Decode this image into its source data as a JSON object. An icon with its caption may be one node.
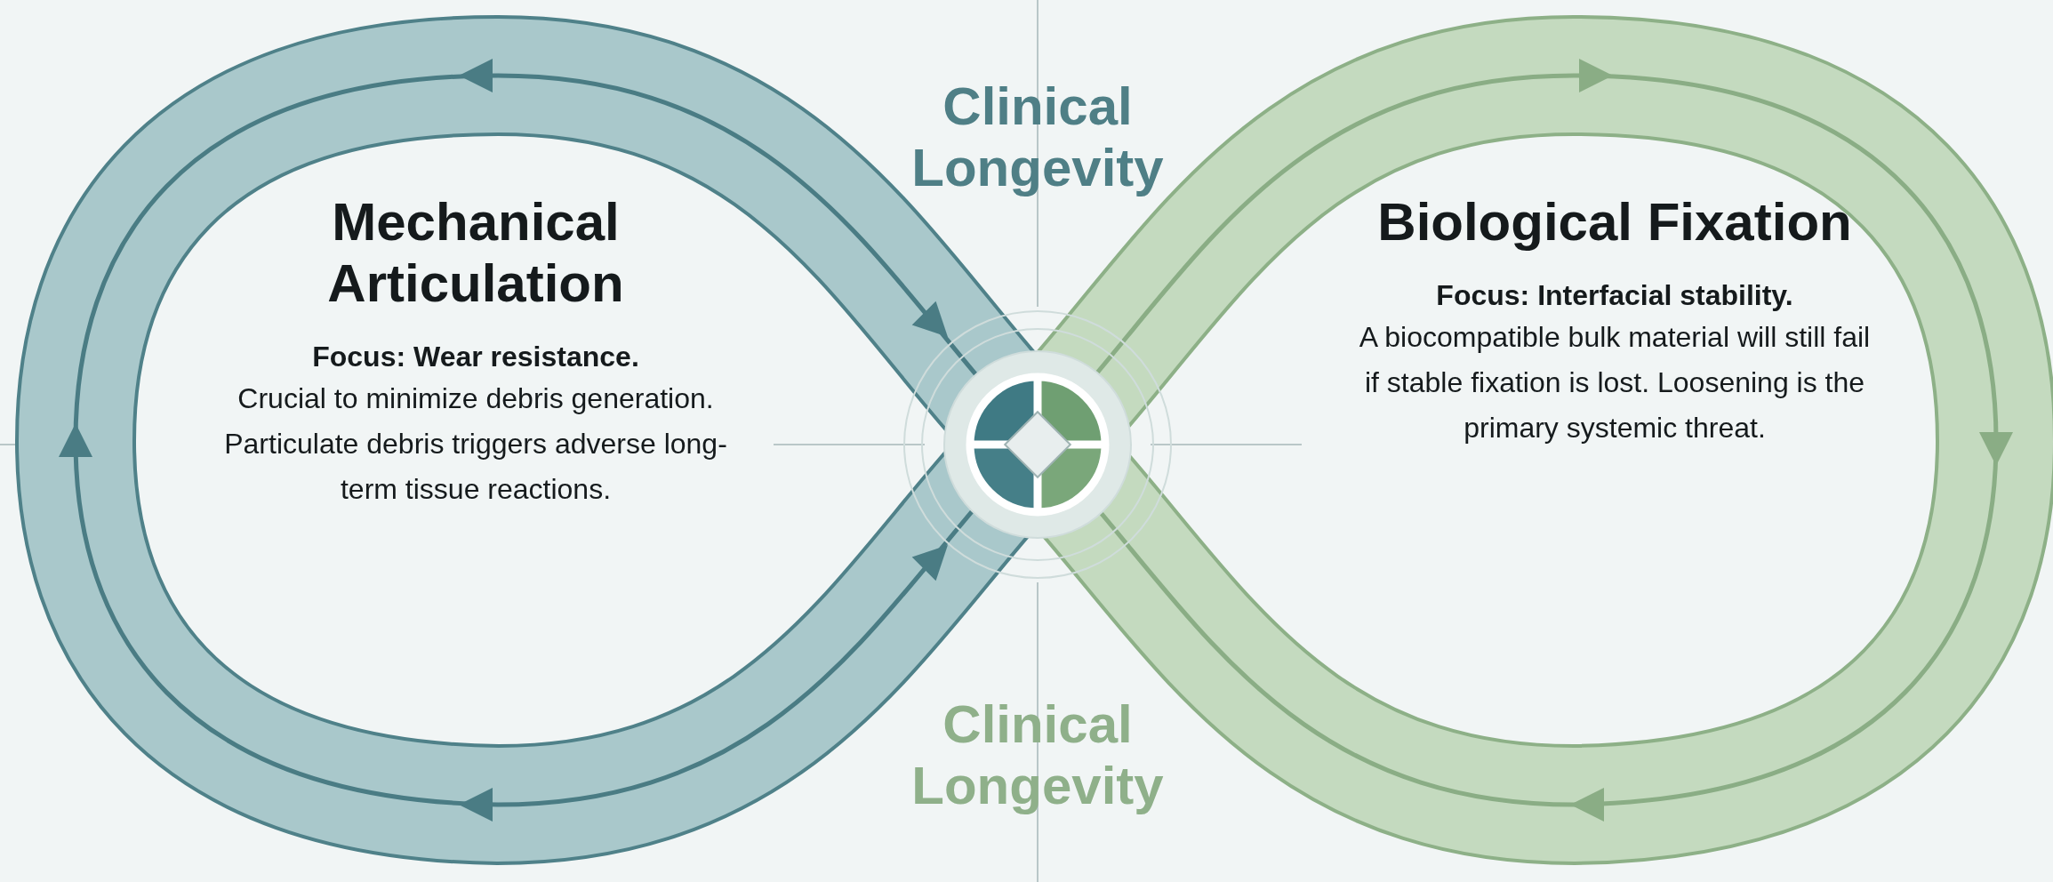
{
  "diagram": {
    "nodes": [
      {
        "text": [
          "Mechanical Articulation",
          "Focus: Wear resistance.",
          "Crucial to minimize debris generation. Particulate debris triggers adverse long-term tissue reactions."
        ]
      },
      {
        "text": [
          "Biological Fixation",
          "Focus: Interfacial stability.",
          "A biocompatible bulk material will still fail if stable fixation is lost. Loosening is the primary systemic threat."
        ]
      }
    ],
    "labels": [
      "Clinical Longevity",
      "Clinical Longevity"
    ]
  }
}
